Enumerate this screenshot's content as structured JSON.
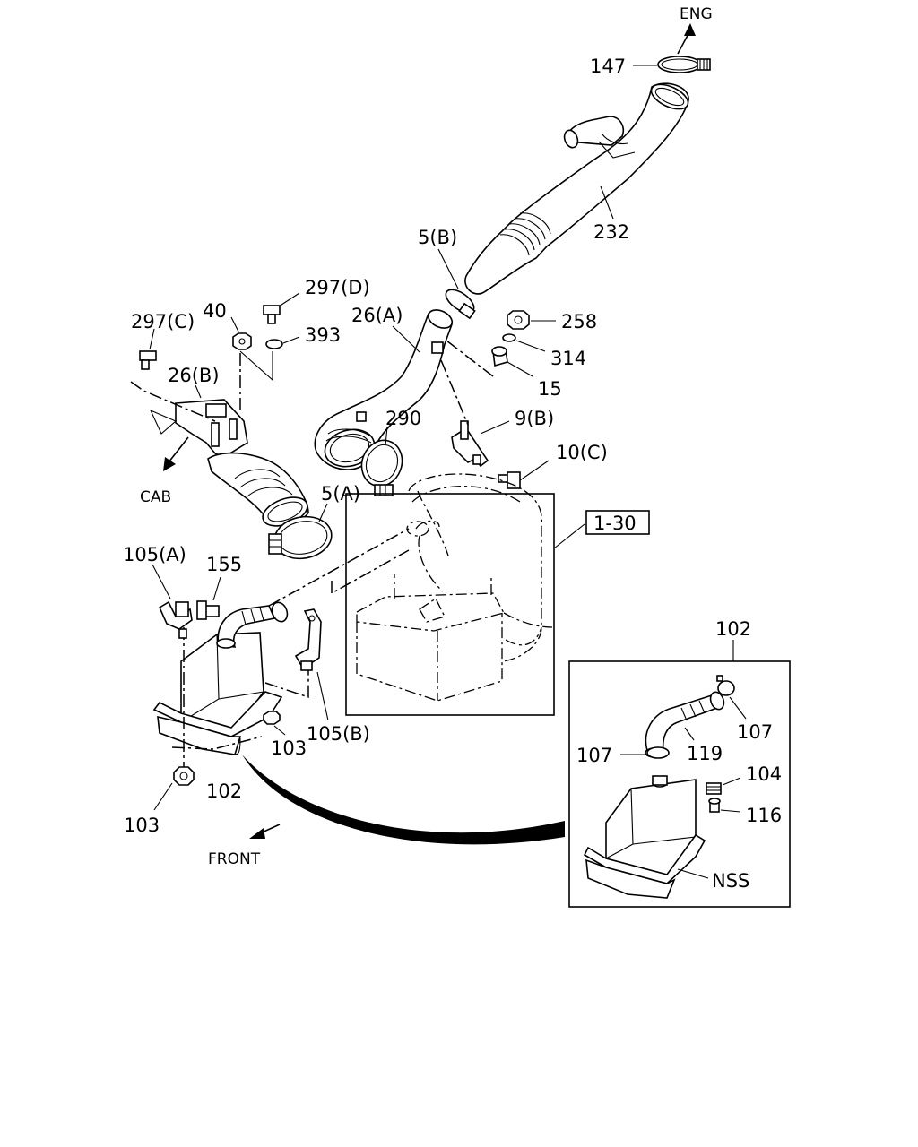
{
  "diagram": {
    "labels": {
      "eng": "ENG",
      "l147": "147",
      "l232": "232",
      "l5b": "5(B)",
      "l297d": "297(D)",
      "l40": "40",
      "l297c": "297(C)",
      "l393": "393",
      "l26a": "26(A)",
      "l258": "258",
      "l314": "314",
      "l15": "15",
      "l26b": "26(B)",
      "l290": "290",
      "l9b": "9(B)",
      "l10c": "10(C)",
      "cab": "CAB",
      "l5a": "5(A)",
      "l130": "1-30",
      "l105a": "105(A)",
      "l155": "155",
      "l102top": "102",
      "l107a": "107",
      "l119": "119",
      "l107b": "107",
      "l104": "104",
      "l116": "116",
      "nss": "NSS",
      "l105b": "105(B)",
      "l103a": "103",
      "l102": "102",
      "l103b": "103",
      "front": "FRONT"
    }
  }
}
